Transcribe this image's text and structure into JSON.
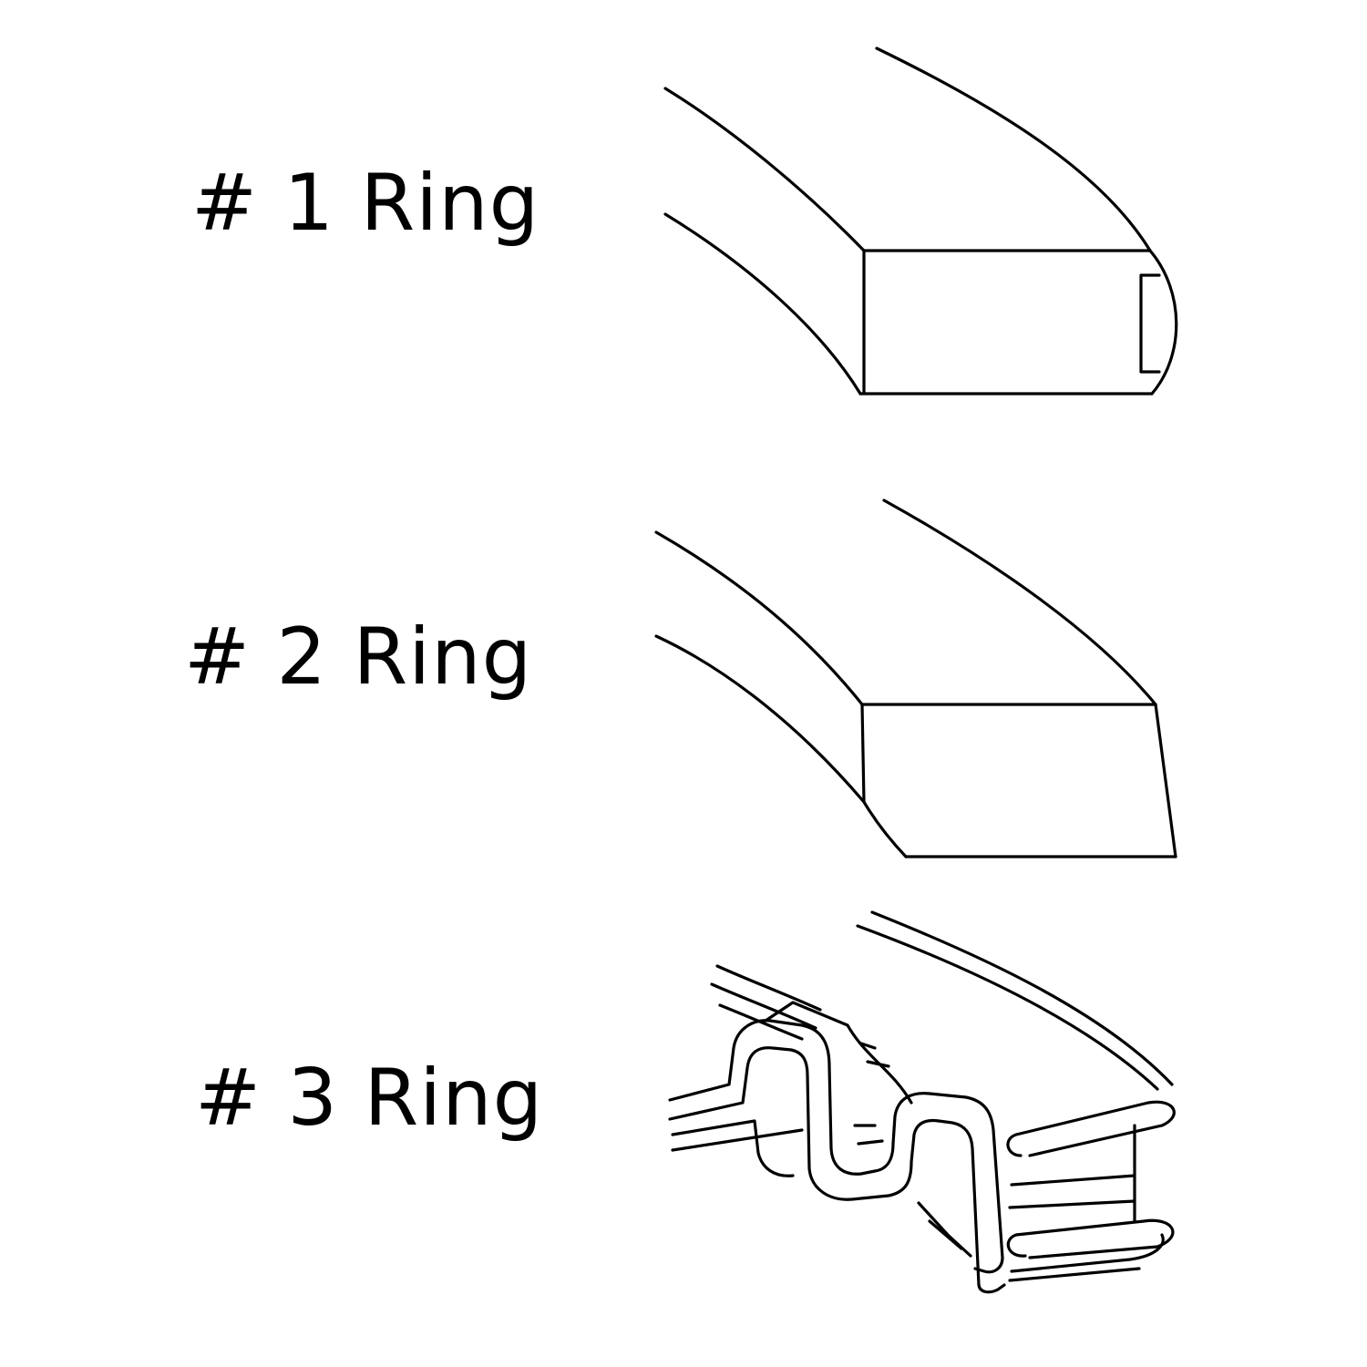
{
  "rings": [
    {
      "label": "# 1 Ring",
      "illustration": "compression-ring-top-icon"
    },
    {
      "label": "# 2 Ring",
      "illustration": "compression-ring-second-icon"
    },
    {
      "label": "# 3 Ring",
      "illustration": "oil-control-ring-icon"
    }
  ],
  "colors": {
    "background": "#ffffff",
    "ink": "#000000"
  }
}
